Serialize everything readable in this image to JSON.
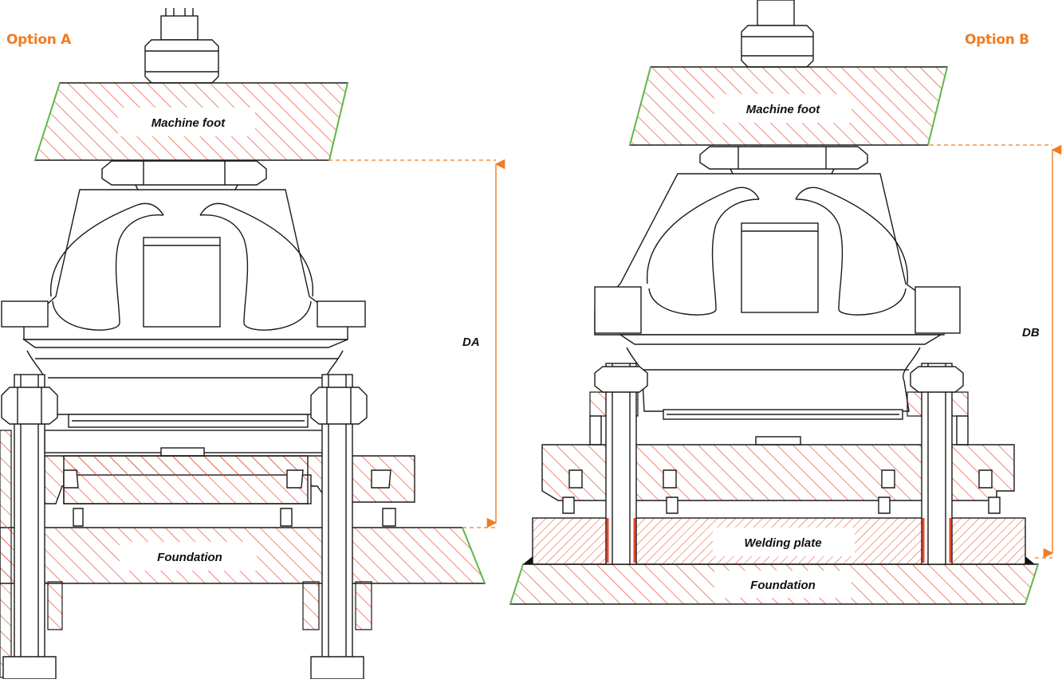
{
  "options": {
    "a": {
      "title": "Option A",
      "dimension": "DA",
      "labels": {
        "machine_foot": "Machine foot",
        "foundation": "Foundation"
      }
    },
    "b": {
      "title": "Option B",
      "dimension": "DB",
      "labels": {
        "machine_foot": "Machine foot",
        "welding_plate": "Welding plate",
        "foundation": "Foundation"
      }
    }
  },
  "colors": {
    "accent": "#f07c23",
    "hatch": "#e8472b",
    "line": "#1a1a1a",
    "edge": "#5fb84a"
  }
}
